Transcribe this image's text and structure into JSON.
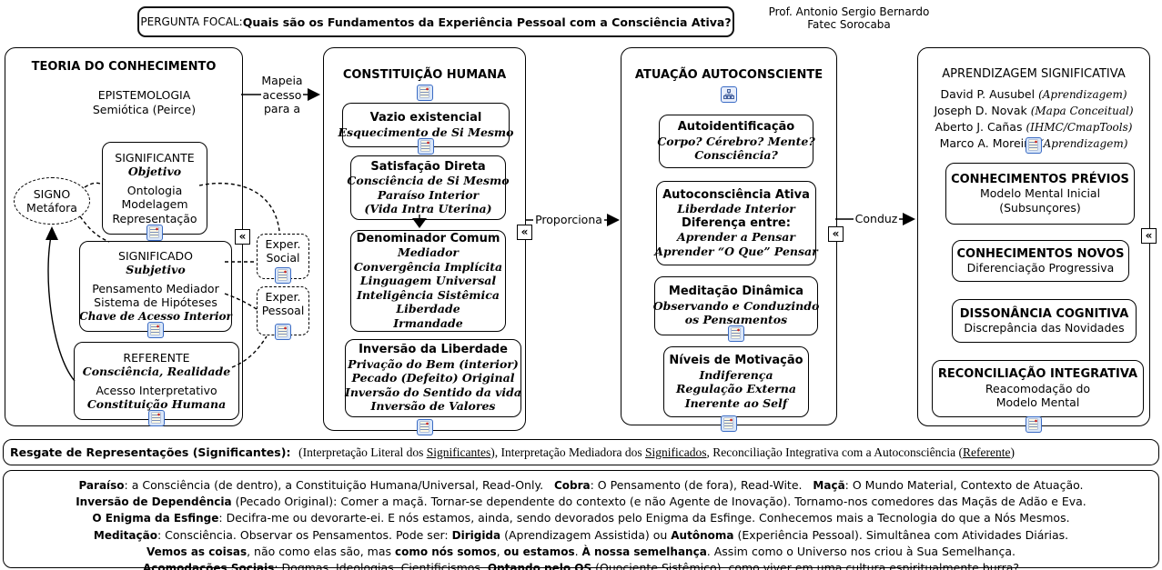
{
  "glyphs": {
    "collapse": "«"
  },
  "focal": {
    "label": "PERGUNTA FOCAL: ",
    "question": "Quais são os Fundamentos da Experiência Pessoal com a Consciência Ativa?"
  },
  "author": {
    "line1": "Prof. Antonio Sergio Bernardo",
    "line2": "Fatec Sorocaba"
  },
  "connectors": {
    "mapeia": [
      "Mapeia",
      "acesso",
      "para a"
    ],
    "proporciona": "Proporciona",
    "conduz": "Conduz"
  },
  "signo": {
    "line1": "SIGNO",
    "line2": "Metáfora"
  },
  "experiencias": {
    "social": {
      "line1": "Exper.",
      "line2": "Social"
    },
    "pessoal": {
      "line1": "Exper.",
      "line2": "Pessoal"
    }
  },
  "panel_teoria": {
    "title": "TEORIA DO CONHECIMENTO",
    "epistemologia1": "EPISTEMOLOGIA",
    "epistemologia2": "Semiótica (Peirce)",
    "significante": {
      "lines": [
        {
          "t": "SIGNIFICANTE",
          "s": "caps"
        },
        {
          "t": "Objetivo",
          "s": "script"
        },
        {
          "t": "Ontologia",
          "s": "plain-sp"
        },
        {
          "t": "Modelagem",
          "s": "plain"
        },
        {
          "t": "Representação",
          "s": "plain"
        }
      ]
    },
    "significado": {
      "lines": [
        {
          "t": "SIGNIFICADO",
          "s": "caps"
        },
        {
          "t": "Subjetivo",
          "s": "script"
        },
        {
          "t": "Pensamento Mediador",
          "s": "plain-sp"
        },
        {
          "t": "Sistema de Hipóteses",
          "s": "plain"
        },
        {
          "t": "Chave de Acesso Interior",
          "s": "script-sm"
        }
      ]
    },
    "referente": {
      "lines": [
        {
          "t": "REFERENTE",
          "s": "caps"
        },
        {
          "t": "Consciência, Realidade",
          "s": "script"
        },
        {
          "t": "Acesso Interpretativo",
          "s": "plain-sp"
        },
        {
          "t": "Constituição Humana",
          "s": "script"
        }
      ]
    }
  },
  "panel_constituicao": {
    "title": "CONSTITUIÇÃO HUMANA",
    "vazio": {
      "lines": [
        {
          "t": "Vazio existencial",
          "s": "bold"
        },
        {
          "t": "Esquecimento de Si Mesmo",
          "s": "script"
        }
      ]
    },
    "satisfacao": {
      "lines": [
        {
          "t": "Satisfação Direta",
          "s": "bold"
        },
        {
          "t": "Consciência de Si Mesmo",
          "s": "script"
        },
        {
          "t": "Paraíso Interior",
          "s": "script"
        },
        {
          "t": "(Vida Intra Uterina)",
          "s": "script"
        }
      ]
    },
    "denominador": {
      "lines": [
        {
          "t": "Denominador Comum",
          "s": "bold"
        },
        {
          "t": "Mediador",
          "s": "script"
        },
        {
          "t": "Convergência Implícita",
          "s": "script"
        },
        {
          "t": "Linguagem Universal",
          "s": "script"
        },
        {
          "t": "Inteligência Sistêmica",
          "s": "script"
        },
        {
          "t": "Liberdade",
          "s": "script"
        },
        {
          "t": "Irmandade",
          "s": "script"
        }
      ]
    },
    "inversao": {
      "lines": [
        {
          "t": "Inversão da Liberdade",
          "s": "bold"
        },
        {
          "t": "Privação do Bem (interior)",
          "s": "script"
        },
        {
          "t": "Pecado (Defeito) Original",
          "s": "script"
        },
        {
          "t": "Inversão do Sentido da vida",
          "s": "script"
        },
        {
          "t": "Inversão de Valores",
          "s": "script"
        }
      ]
    }
  },
  "panel_atuacao": {
    "title": "ATUAÇÃO AUTOCONSCIENTE",
    "autoidentificacao": {
      "lines": [
        {
          "t": "Autoidentificação",
          "s": "bold"
        },
        {
          "t": "Corpo? Cérebro? Mente?",
          "s": "script"
        },
        {
          "t": "Consciência?",
          "s": "script"
        }
      ]
    },
    "autoconsciencia": {
      "lines": [
        {
          "t": "Autoconsciência Ativa",
          "s": "bold"
        },
        {
          "t": "Liberdade Interior",
          "s": "script"
        },
        {
          "t": "Diferença entre:",
          "s": "bold"
        },
        {
          "t": "Aprender a Pensar",
          "s": "script"
        },
        {
          "t": "Aprender “O Que” Pensar",
          "s": "script"
        }
      ]
    },
    "meditacao": {
      "lines": [
        {
          "t": "Meditação Dinâmica",
          "s": "bold"
        },
        {
          "t": "Observando e Conduzindo",
          "s": "script"
        },
        {
          "t": "os Pensamentos",
          "s": "script"
        }
      ]
    },
    "motivacao": {
      "lines": [
        {
          "t": "Níveis de Motivação",
          "s": "bold"
        },
        {
          "t": "Indiferença",
          "s": "script"
        },
        {
          "t": "Regulação Externa",
          "s": "script"
        },
        {
          "t": "Inerente ao Self",
          "s": "script"
        }
      ]
    }
  },
  "panel_aprendizagem": {
    "title": "APRENDIZAGEM SIGNIFICATIVA",
    "author_lines": [
      [
        {
          "t": "David P. Ausubel ",
          "s": "r"
        },
        {
          "t": "(Aprendizagem)",
          "s": "i"
        }
      ],
      [
        {
          "t": "Joseph D. Novak ",
          "s": "r"
        },
        {
          "t": "(Mapa Conceitual)",
          "s": "i"
        }
      ],
      [
        {
          "t": "Aberto J. Cañas ",
          "s": "r"
        },
        {
          "t": "(IHMC/CmapTools)",
          "s": "i"
        }
      ],
      [
        {
          "t": "Marco A. Moreira ",
          "s": "r"
        },
        {
          "t": "(Aprendizagem)",
          "s": "i"
        }
      ]
    ],
    "previos": {
      "lines": [
        {
          "t": "CONHECIMENTOS PRÉVIOS",
          "s": "bold"
        },
        {
          "t": "Modelo Mental Inicial",
          "s": "plain"
        },
        {
          "t": "(Subsunçores)",
          "s": "plain"
        }
      ]
    },
    "novos": {
      "lines": [
        {
          "t": "CONHECIMENTOS NOVOS",
          "s": "bold"
        },
        {
          "t": "Diferenciação Progressiva",
          "s": "plain"
        }
      ]
    },
    "dissonancia": {
      "lines": [
        {
          "t": "DISSONÂNCIA COGNITIVA",
          "s": "bold"
        },
        {
          "t": "Discrepância das Novidades",
          "s": "plain"
        }
      ]
    },
    "reconciliacao": {
      "lines": [
        {
          "t": "RECONCILIAÇÃO INTEGRATIVA",
          "s": "bold"
        },
        {
          "t": "Reacomodação do",
          "s": "plain"
        },
        {
          "t": "Modelo Mental",
          "s": "plain"
        }
      ]
    }
  },
  "strip": {
    "segments": [
      {
        "t": "Resgate de Representações (Significantes):  ",
        "s": "boldsans"
      },
      {
        "t": "(Interpretação Literal dos ",
        "s": "serif"
      },
      {
        "t": "Significantes",
        "s": "serif-u"
      },
      {
        "t": "), Interpretação Mediadora dos ",
        "s": "serif"
      },
      {
        "t": "Significados",
        "s": "serif-u"
      },
      {
        "t": ", Reconciliação Integrativa com a Autoconsciência (",
        "s": "serif"
      },
      {
        "t": "Referente",
        "s": "serif-u"
      },
      {
        "t": ")",
        "s": "serif"
      }
    ]
  },
  "notes": {
    "lines": [
      [
        {
          "t": "Paraíso",
          "s": "b"
        },
        {
          "t": ": a Consciência (de dentro), a Constituição Humana/Universal, Read-Only.   ",
          "s": "r"
        },
        {
          "t": "Cobra",
          "s": "b"
        },
        {
          "t": ": O Pensamento (de fora), Read-Wite.   ",
          "s": "r"
        },
        {
          "t": "Maçã",
          "s": "b"
        },
        {
          "t": ": O Mundo Material, Contexto de Atuação.",
          "s": "r"
        }
      ],
      [
        {
          "t": "Inversão de Dependência",
          "s": "b"
        },
        {
          "t": " (Pecado Original): Comer a maçã. Tornar-se dependente do contexto (e não Agente de Inovação). Tornamo-nos comedores das Maçãs de Adão e Eva.",
          "s": "r"
        }
      ],
      [
        {
          "t": "O Enigma da Esfinge",
          "s": "b"
        },
        {
          "t": ": Decifra-me ou devorarte-ei. E nós estamos, ainda, sendo devorados pelo Enigma da Esfinge. Conhecemos mais a Tecnologia do que a Nós Mesmos.",
          "s": "r"
        }
      ],
      [
        {
          "t": "Meditação",
          "s": "b"
        },
        {
          "t": ": Consciência. Observar os Pensamentos. Pode ser: ",
          "s": "r"
        },
        {
          "t": "Dirigida",
          "s": "b"
        },
        {
          "t": " (Aprendizagem Assistida) ou ",
          "s": "r"
        },
        {
          "t": "Autônoma",
          "s": "b"
        },
        {
          "t": " (Experiência Pessoal). Simultânea com Atividades Diárias.",
          "s": "r"
        }
      ],
      [
        {
          "t": "Vemos as coisas",
          "s": "b"
        },
        {
          "t": ", não como elas são, mas ",
          "s": "r"
        },
        {
          "t": "como nós somos",
          "s": "b"
        },
        {
          "t": ", ",
          "s": "r"
        },
        {
          "t": "ou estamos",
          "s": "b"
        },
        {
          "t": ". ",
          "s": "r"
        },
        {
          "t": "À nossa semelhança",
          "s": "b"
        },
        {
          "t": ". Assim como o Universo nos criou à Sua Semelhança.",
          "s": "r"
        }
      ],
      [
        {
          "t": "Acomodações Sociais",
          "s": "b"
        },
        {
          "t": ": Dogmas, Ideologias, Cientificismos. ",
          "s": "r"
        },
        {
          "t": "Optando pelo QS",
          "s": "b"
        },
        {
          "t": " (Quociente Sistêmico), como viver em uma cultura espiritualmente burra?",
          "s": "r"
        }
      ]
    ]
  }
}
